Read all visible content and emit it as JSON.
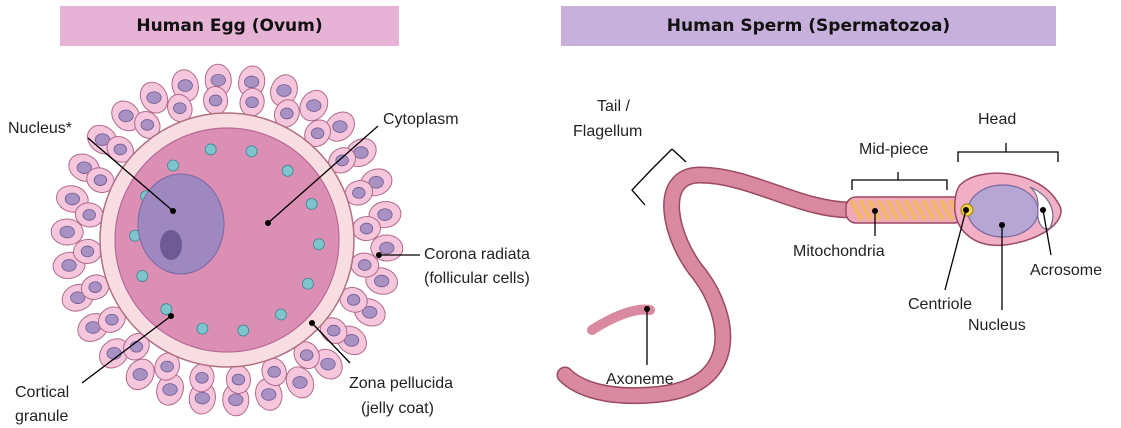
{
  "panels": {
    "egg": {
      "title": "Human Egg (Ovum)",
      "labels": {
        "nucleus": "Nucleus*",
        "cytoplasm": "Cytoplasm",
        "corona_1": "Corona radiata",
        "corona_2": "(follicular cells)",
        "zona_1": "Zona pellucida",
        "zona_2": "(jelly coat)",
        "cortical_1": "Cortical",
        "cortical_2": "granule"
      }
    },
    "sperm": {
      "title": "Human Sperm (Spermatozoa)",
      "labels": {
        "tail_1": "Tail /",
        "tail_2": "Flagellum",
        "midpiece": "Mid-piece",
        "head": "Head",
        "mitochondria": "Mitochondria",
        "centriole": "Centriole",
        "nucleus": "Nucleus",
        "acrosome": "Acrosome",
        "axoneme": "Axoneme"
      }
    }
  },
  "colors": {
    "follicle_cell": "#f6c6dc",
    "follicle_nucleus": "#a892c4",
    "zona": "#f8dde3",
    "cytoplasm": "#dc8fb4",
    "nucleus": "#9f88c0",
    "granule": "#7ec4cc",
    "sperm_body": "#d98aa0",
    "mitochondria": "#f2b66a"
  }
}
